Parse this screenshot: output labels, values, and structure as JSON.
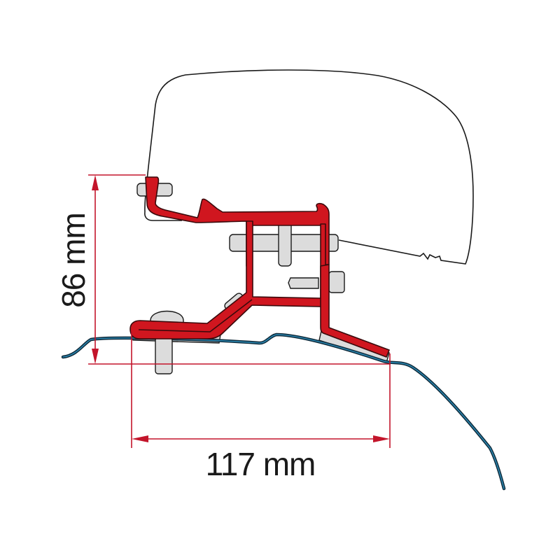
{
  "diagram": {
    "subject": "awning mounting adapter bracket on vehicle roof profile",
    "dimensions": {
      "height": {
        "value": 86,
        "unit": "mm",
        "label": "86 mm",
        "orientation": "vertical"
      },
      "width": {
        "value": 117,
        "unit": "mm",
        "label": "117 mm",
        "orientation": "horizontal"
      }
    },
    "parts": [
      {
        "id": "awning-housing",
        "description": "awning cassette outline"
      },
      {
        "id": "adapter-bracket",
        "description": "red adapter bracket profile"
      },
      {
        "id": "bolts",
        "description": "grey bolts and screws"
      },
      {
        "id": "roof-profile",
        "description": "blue vehicle roof edge line"
      },
      {
        "id": "rubber-pads",
        "description": "grey pads under bracket feet"
      }
    ],
    "colors": {
      "bracket_fill": "#d0161f",
      "bracket_stroke": "#3a0a0c",
      "dimension_line": "#c3152b",
      "bolt_fill": "#dcdcdc",
      "roof_line": "#1f6f95",
      "outline": "#1a1a1a",
      "background": "#ffffff"
    }
  }
}
